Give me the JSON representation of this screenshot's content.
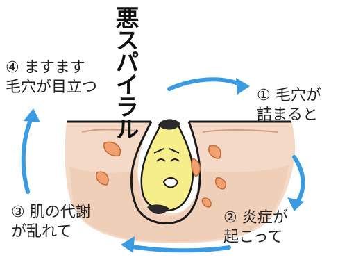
{
  "title": "悪スパイラル",
  "steps": [
    {
      "line1": "① 毛穴が",
      "line2": "詰まると"
    },
    {
      "line1": "② 炎症が",
      "line2": "起こって"
    },
    {
      "line1": "③ 肌の代謝",
      "line2": "が乱れて"
    },
    {
      "line1": "④ ますます",
      "line2": "毛穴が目立つ"
    }
  ],
  "colors": {
    "arrow": "#3a9be0",
    "skin": "#f3d9c6",
    "skin_dark": "#e9c3a8",
    "sebum": "#f6ee8a",
    "inflammation": "#f1a070",
    "outline": "#1a1a1a"
  },
  "icons": {
    "arrows": "cycle-arrow-icon",
    "character": "clogged-pore-sebum-character"
  }
}
